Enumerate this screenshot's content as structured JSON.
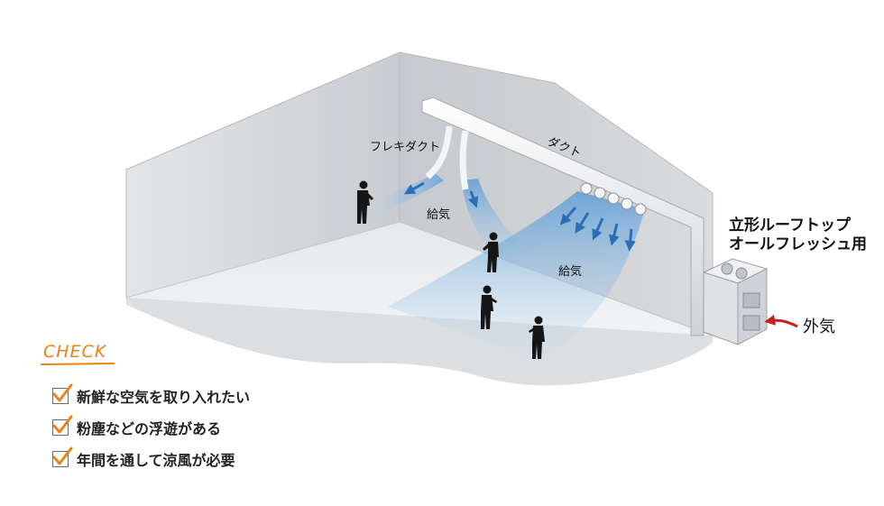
{
  "labels": {
    "flexible_duct": "フレキダクト",
    "duct": "ダクト",
    "supply_air_1": "給気",
    "supply_air_2": "給気",
    "unit_name_line1": "立形ルーフトップ",
    "unit_name_line2": "オールフレッシュ用",
    "outside_air": "外気"
  },
  "check": {
    "title": "CHECK",
    "items": [
      "新鮮な空気を取り入れたい",
      "粉塵などの浮遊がある",
      "年間を通して涼風が必要"
    ]
  },
  "colors": {
    "accent": "#e8821a",
    "airflow_arrow": "#2a6fb6",
    "outside_air_arrow": "#c8201e",
    "wall": "#d3d6da",
    "floor": "#eef0f2"
  }
}
